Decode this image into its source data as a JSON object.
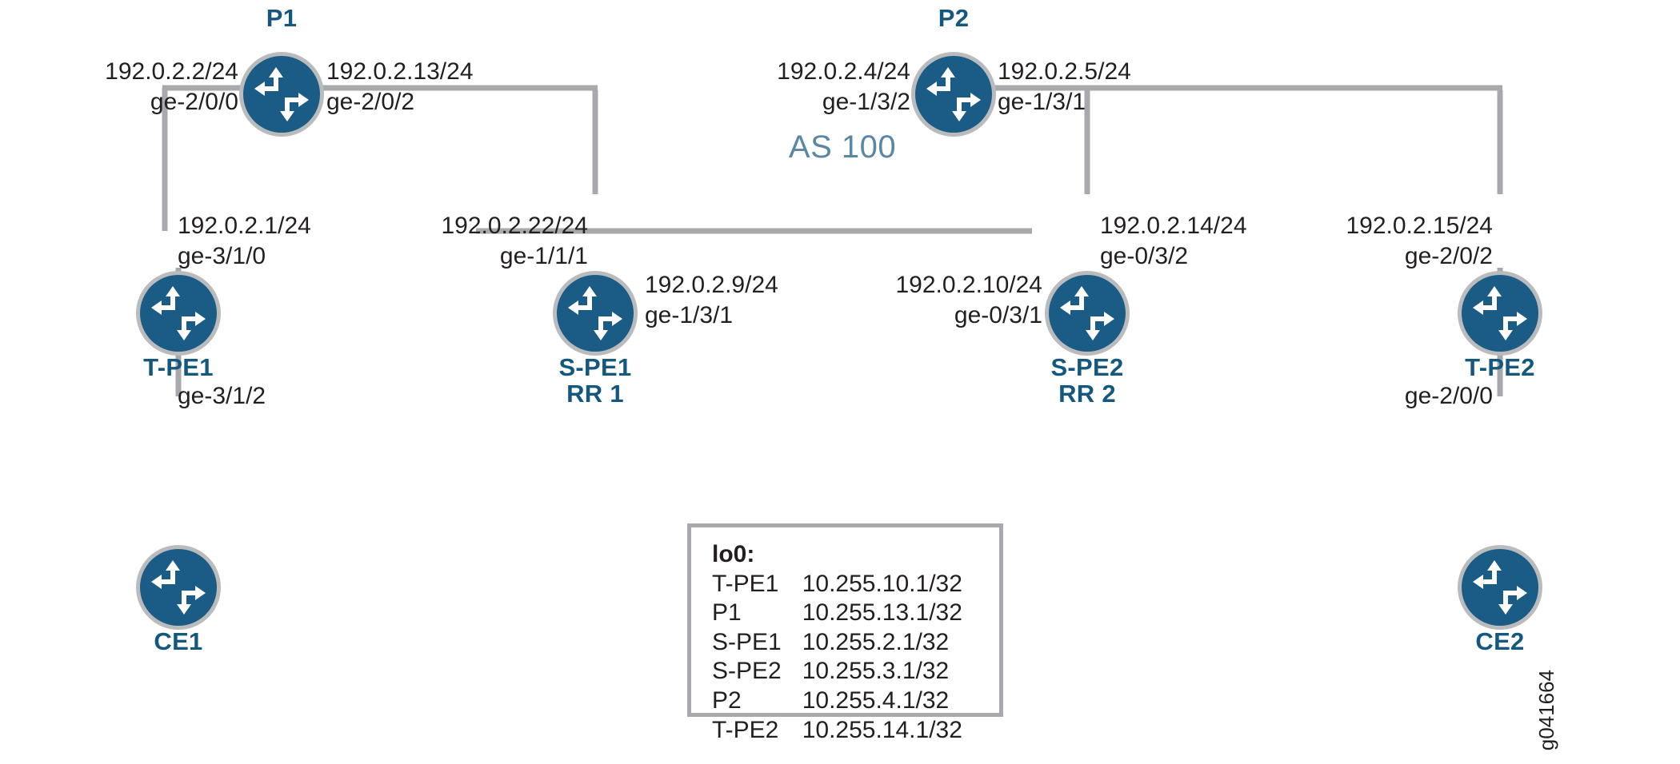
{
  "diagram": {
    "as_label": "AS 100",
    "watermark": "g041664",
    "link_color": "#a7a9ac",
    "node_color": "#1a5c85",
    "node_ring_color": "#b9bbbd",
    "label_color": "#14577f",
    "text_color": "#231f20",
    "as_label_color": "#5a87a4"
  },
  "nodes": [
    {
      "id": "p1",
      "name": "P1",
      "sub": ""
    },
    {
      "id": "p2",
      "name": "P2",
      "sub": ""
    },
    {
      "id": "tpe1",
      "name": "T-PE1",
      "sub": ""
    },
    {
      "id": "spe1",
      "name": "S-PE1",
      "sub": "RR 1"
    },
    {
      "id": "spe2",
      "name": "S-PE2",
      "sub": "RR 2"
    },
    {
      "id": "tpe2",
      "name": "T-PE2",
      "sub": ""
    },
    {
      "id": "ce1",
      "name": "CE1",
      "sub": ""
    },
    {
      "id": "ce2",
      "name": "CE2",
      "sub": ""
    }
  ],
  "interfaces": [
    {
      "id": "p1-left",
      "ip": "192.0.2.2/24",
      "port": "ge-2/0/0"
    },
    {
      "id": "p1-right",
      "ip": "192.0.2.13/24",
      "port": "ge-2/0/2"
    },
    {
      "id": "tpe1-up",
      "ip": "192.0.2.1/24",
      "port": "ge-3/1/0"
    },
    {
      "id": "tpe1-down",
      "ip": "",
      "port": "ge-3/1/2"
    },
    {
      "id": "spe1-up",
      "ip": "192.0.2.22/24",
      "port": "ge-1/1/1"
    },
    {
      "id": "spe1-right",
      "ip": "192.0.2.9/24",
      "port": "ge-1/3/1"
    },
    {
      "id": "spe2-left",
      "ip": "192.0.2.10/24",
      "port": "ge-0/3/1"
    },
    {
      "id": "spe2-up",
      "ip": "192.0.2.14/24",
      "port": "ge-0/3/2"
    },
    {
      "id": "p2-left",
      "ip": "192.0.2.4/24",
      "port": "ge-1/3/2"
    },
    {
      "id": "p2-right",
      "ip": "192.0.2.5/24",
      "port": "ge-1/3/1"
    },
    {
      "id": "tpe2-up",
      "ip": "192.0.2.15/24",
      "port": "ge-2/0/2"
    },
    {
      "id": "tpe2-down",
      "ip": "",
      "port": "ge-2/0/0"
    }
  ],
  "legend": {
    "title": "lo0:",
    "rows": [
      {
        "device": "T-PE1",
        "address": "10.255.10.1/32"
      },
      {
        "device": "P1",
        "address": "10.255.13.1/32"
      },
      {
        "device": "S-PE1",
        "address": "10.255.2.1/32"
      },
      {
        "device": "S-PE2",
        "address": "10.255.3.1/32"
      },
      {
        "device": "P2",
        "address": "10.255.4.1/32"
      },
      {
        "device": "T-PE2",
        "address": "10.255.14.1/32"
      }
    ]
  }
}
